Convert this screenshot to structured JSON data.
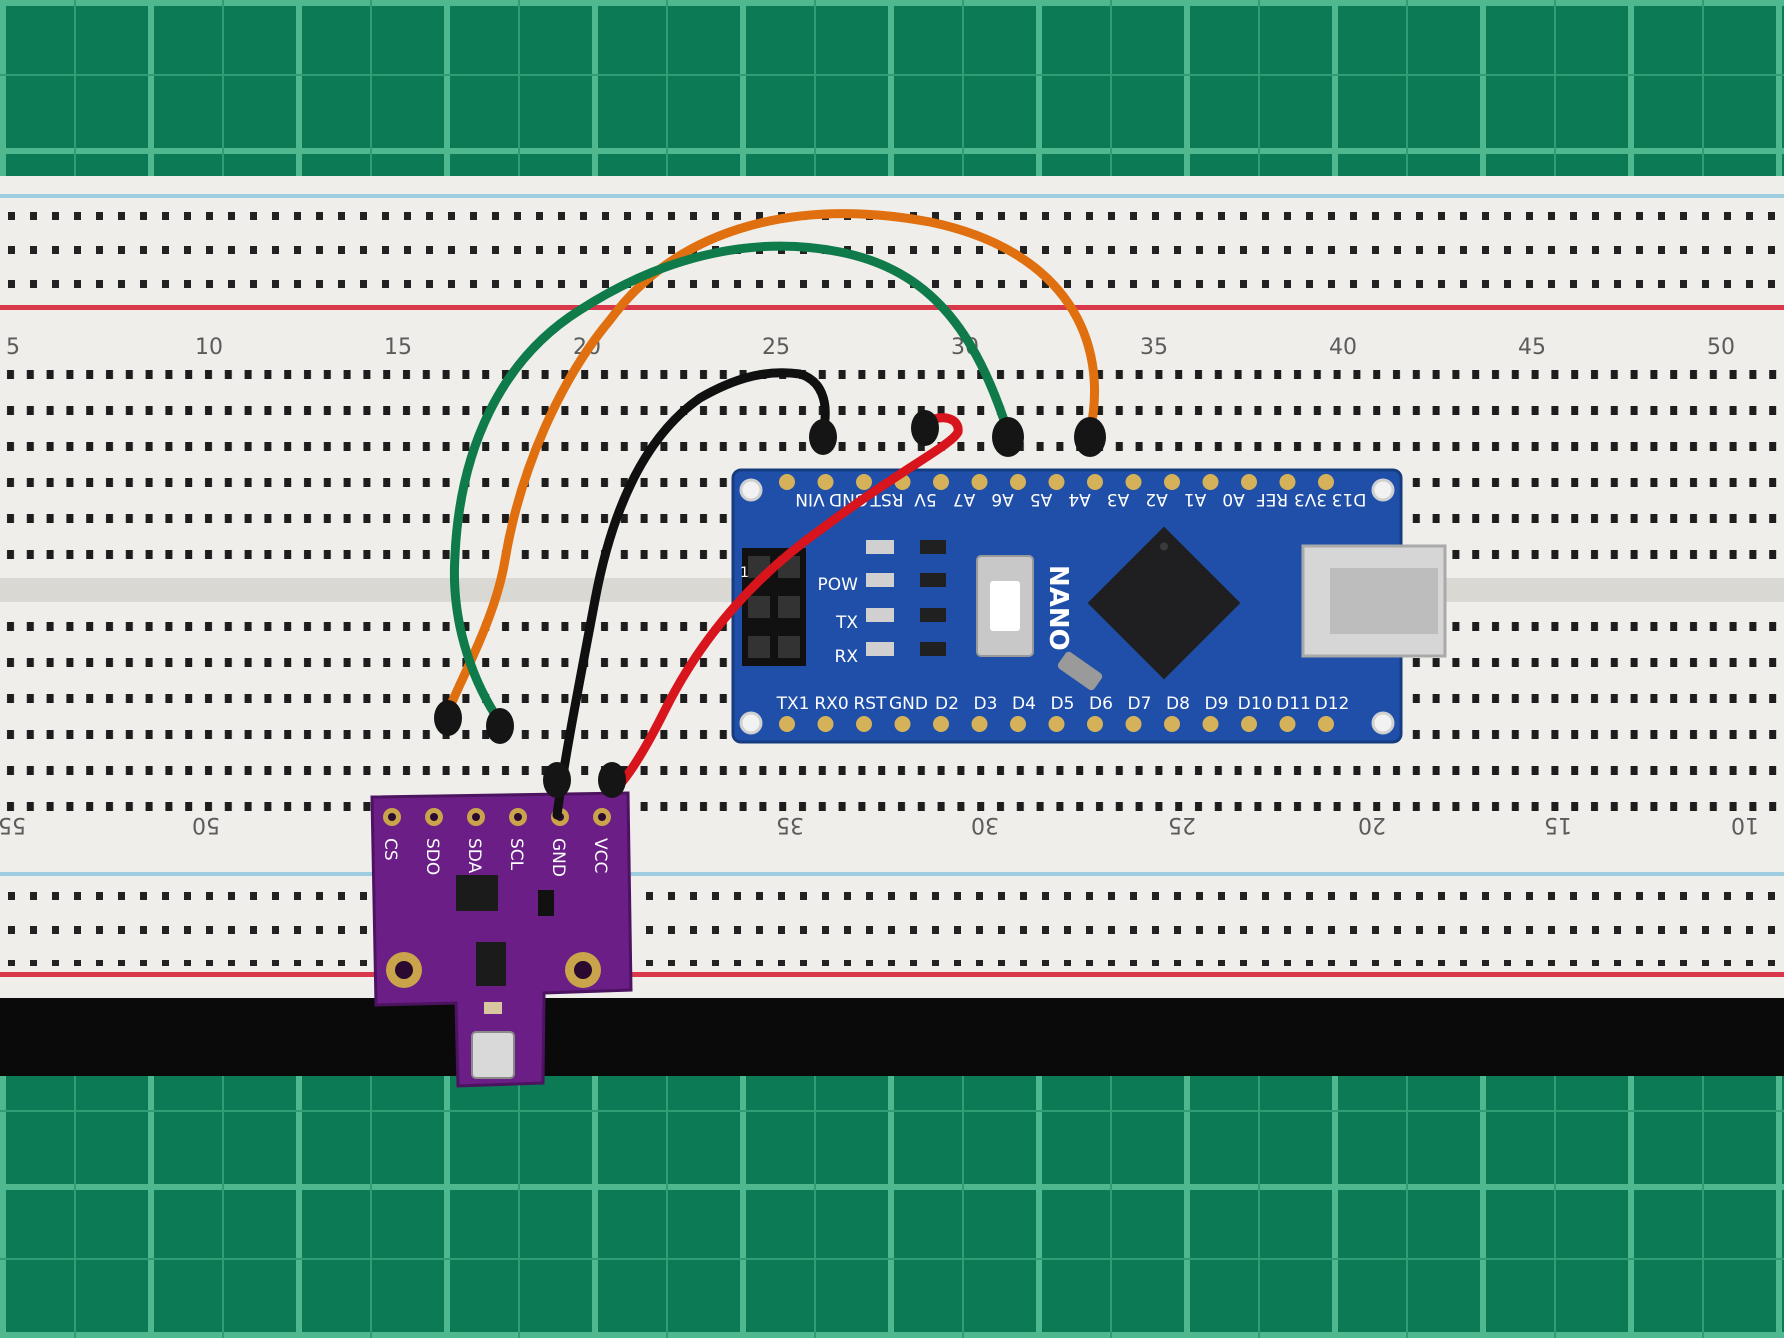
{
  "colors": {
    "mat": "#0c7a55",
    "mat_grid": "#4fb88f",
    "breadboard": "#efeeea",
    "hole": "#1d1d1d",
    "rail_red": "#d9374a",
    "rail_blue": "#9ecde0",
    "nano_pcb": "#1f4fa8",
    "sensor_pcb": "#6a1e86",
    "chip": "#1f1f22",
    "wire_orange": "#e0700f",
    "wire_green": "#0f7a4a",
    "wire_black": "#101010",
    "wire_red": "#d8141c"
  },
  "breadboard": {
    "top_numbers": [
      "5",
      "10",
      "15",
      "20",
      "25",
      "30",
      "35",
      "40",
      "45",
      "50"
    ],
    "bottom_numbers": [
      "55",
      "50",
      "35",
      "30",
      "25",
      "20",
      "15",
      "10"
    ]
  },
  "nano": {
    "top_pins": [
      "D13",
      "3V3",
      "REF",
      "A0",
      "A1",
      "A2",
      "A3",
      "A4",
      "A5",
      "A6",
      "A7",
      "5V",
      "RST",
      "GND",
      "VIN"
    ],
    "bottom_pins": [
      "TX1",
      "RX0",
      "RST",
      "GND",
      "D2",
      "D3",
      "D4",
      "D5",
      "D6",
      "D7",
      "D8",
      "D9",
      "D10",
      "D11",
      "D12"
    ],
    "name": "NANO",
    "led_labels": [
      "POW",
      "TX",
      "RX"
    ],
    "header_marker": "1"
  },
  "sensor": {
    "pins": [
      "CS",
      "SDO",
      "SDA",
      "SCL",
      "GND",
      "VCC"
    ]
  }
}
